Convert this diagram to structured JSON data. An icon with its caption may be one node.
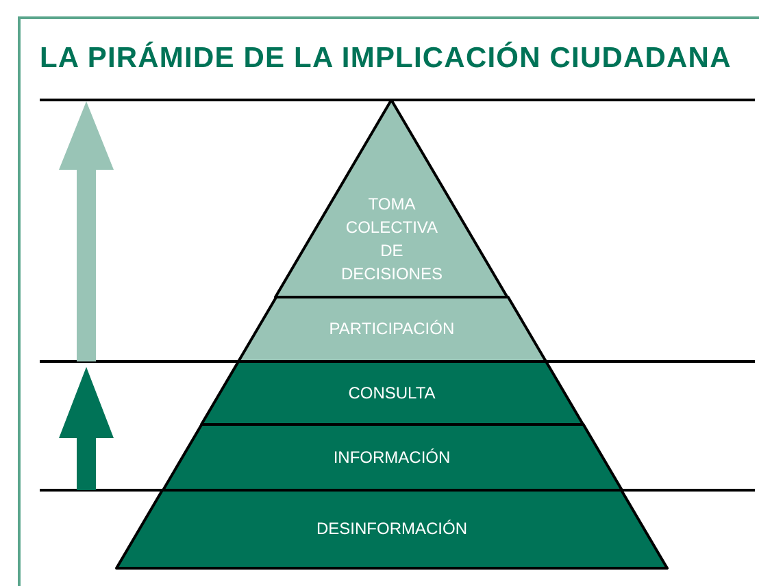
{
  "diagram": {
    "title": "LA PIRÁMIDE DE LA IMPLICACIÓN CIUDADANA",
    "nodes": [
      {
        "text": [
          "TOMA COLECTIVA DE DECISIONES"
        ]
      },
      {
        "text": [
          "PARTICIPACIÓN"
        ]
      },
      {
        "text": [
          "CONSULTA"
        ]
      },
      {
        "text": [
          "INFORMACIÓN"
        ]
      },
      {
        "text": [
          "DESINFORMACIÓN"
        ]
      }
    ]
  }
}
